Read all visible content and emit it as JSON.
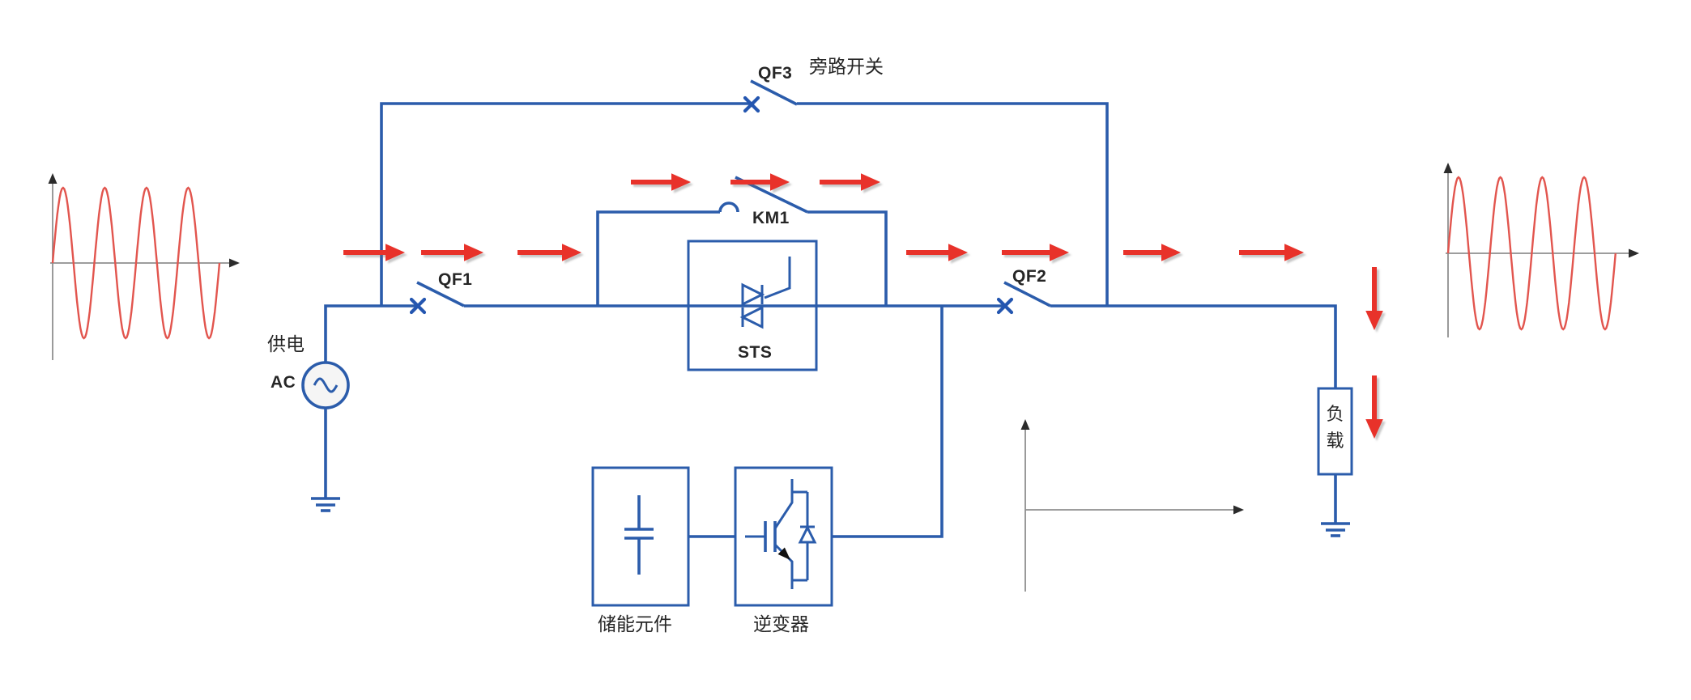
{
  "labels": {
    "qf3": "QF3",
    "bypass_switch": "旁路开关",
    "km1": "KM1",
    "qf1": "QF1",
    "qf2": "QF2",
    "sts": "STS",
    "supply": "供电",
    "ac": "AC",
    "load": "负载",
    "storage": "储能元件",
    "inverter": "逆变器"
  },
  "colors": {
    "wire_blue": "#2b5cab",
    "contact_mark_blue": "#2456b0",
    "flow_arrow_red": "#e8322a",
    "waveform_red": "#e2554e",
    "axis_gray": "#8f8f8f",
    "label_black": "#262626"
  },
  "waveforms": {
    "left": {
      "cycles": 4,
      "shape": "sine",
      "starts": "rising"
    },
    "right": {
      "cycles": 4,
      "shape": "sine",
      "starts": "rising"
    }
  },
  "flow_arrows": {
    "main_row_count": 7,
    "contactor_row_count": 3,
    "load_down_count": 2
  }
}
